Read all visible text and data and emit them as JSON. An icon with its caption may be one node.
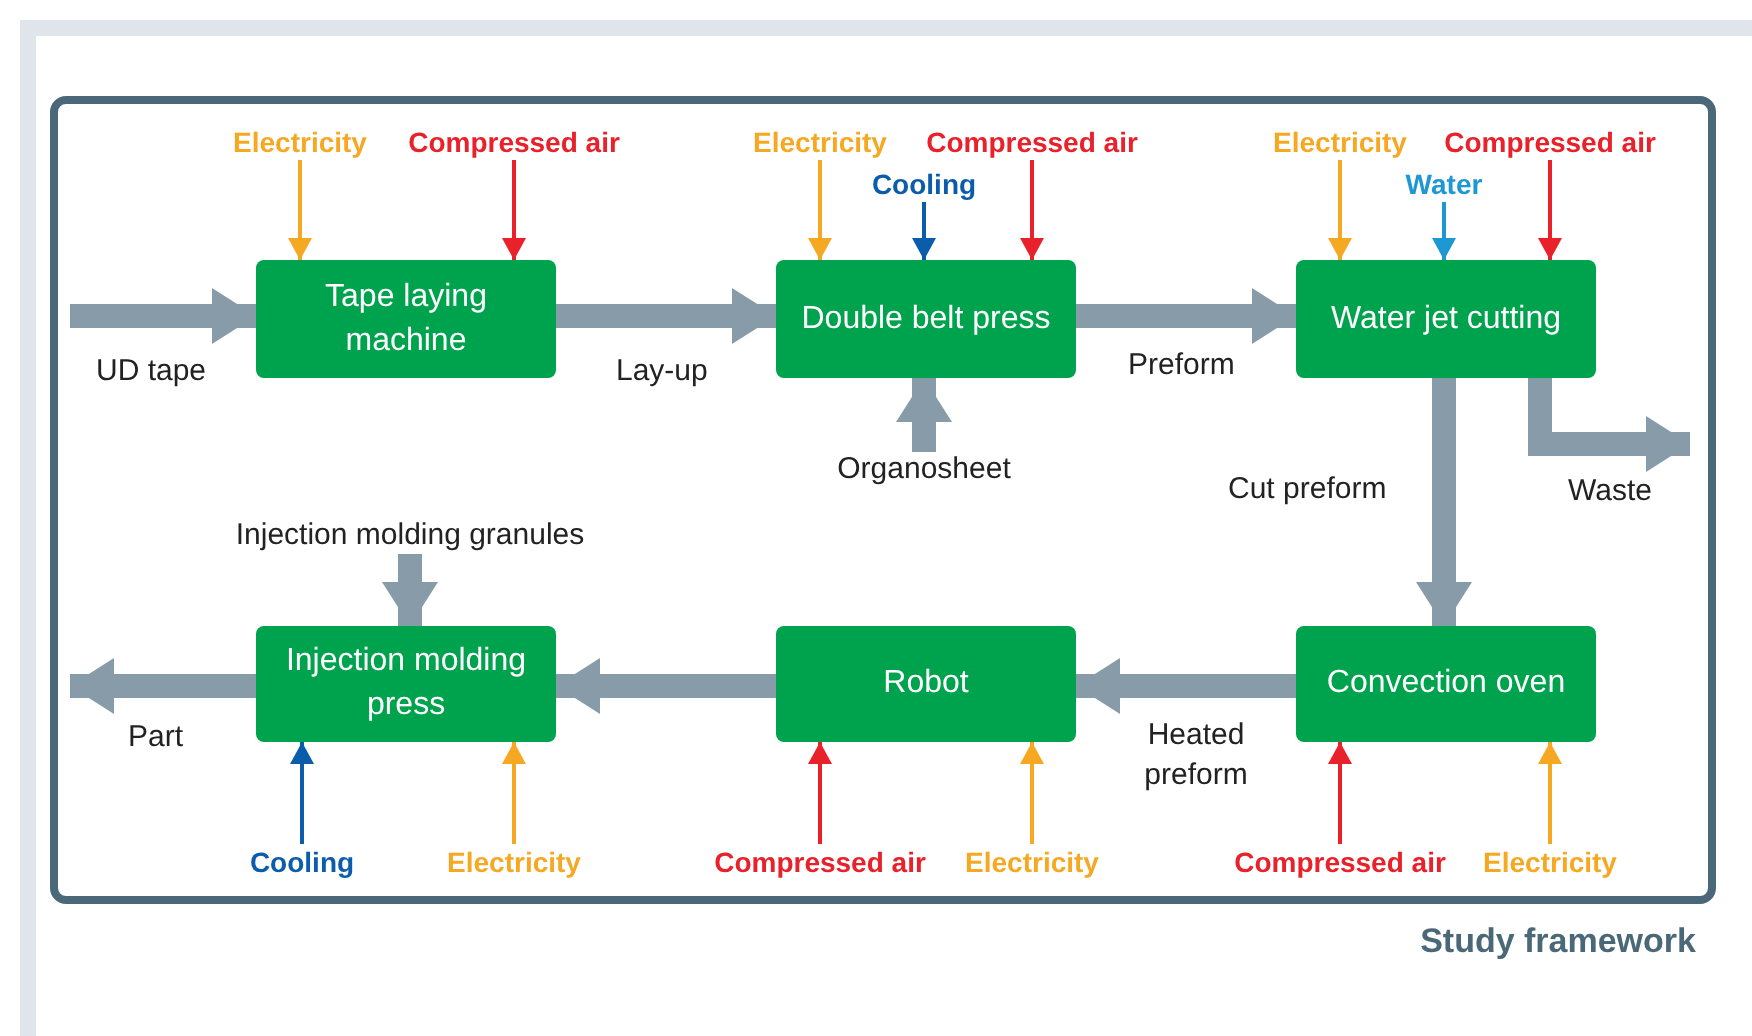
{
  "diagram": {
    "nodes": [
      {
        "text": [
          "Study framework"
        ]
      },
      {
        "text": [
          "Tape laying machine"
        ],
        "in": 0
      },
      {
        "text": [
          "Double belt press"
        ],
        "in": 0
      },
      {
        "text": [
          "Water jet cutting"
        ],
        "in": 0
      },
      {
        "text": [
          "Injection molding press"
        ],
        "in": 0
      },
      {
        "text": [
          "Robot"
        ],
        "in": 0
      },
      {
        "text": [
          "Convection oven"
        ],
        "in": 0
      },
      {
        "text": [
          "Electricity"
        ],
        "in": 0
      },
      {
        "text": [
          "Compressed air"
        ],
        "in": 0
      },
      {
        "text": [
          "Electricity"
        ],
        "in": 0
      },
      {
        "text": [
          "Compressed air"
        ],
        "in": 0
      },
      {
        "text": [
          "Electricity"
        ],
        "in": 0
      },
      {
        "text": [
          "Compressed air"
        ],
        "in": 0
      },
      {
        "text": [
          "Cooling"
        ],
        "in": 0
      },
      {
        "text": [
          "Water"
        ],
        "in": 0
      },
      {
        "text": [
          "Organosheet"
        ],
        "in": 0
      },
      {
        "text": [
          "Injection molding granules"
        ],
        "in": 0
      },
      {
        "text": [
          "Cooling"
        ],
        "in": 0
      },
      {
        "text": [
          "Electricity"
        ],
        "in": 0
      },
      {
        "text": [
          "Compressed air"
        ],
        "in": 0
      },
      {
        "text": [
          "Electricity"
        ],
        "in": 0
      },
      {
        "text": [
          "Compressed air"
        ],
        "in": 0
      },
      {
        "text": [
          "Electricity"
        ],
        "in": 0
      }
    ],
    "edges": [
      {
        "from": null,
        "to": 1,
        "arrow": "to",
        "label": "UD tape",
        "style": "thick",
        "color": "#879ca8"
      },
      {
        "from": 1,
        "to": 2,
        "arrow": "to",
        "label": "Lay-up",
        "style": "thick",
        "color": "#879ca8"
      },
      {
        "from": 2,
        "to": 3,
        "arrow": "to",
        "label": "Preform",
        "style": "thick",
        "color": "#879ca8"
      },
      {
        "from": 3,
        "to": 6,
        "arrow": "to",
        "label": "Cut preform",
        "style": "thick",
        "color": "#879ca8"
      },
      {
        "from": 3,
        "to": null,
        "arrow": "to",
        "label": "Waste",
        "style": "thick",
        "color": "#879ca8"
      },
      {
        "from": 15,
        "to": 2,
        "arrow": "to",
        "style": "thick",
        "color": "#879ca8"
      },
      {
        "from": 16,
        "to": 4,
        "arrow": "to",
        "style": "thick",
        "color": "#879ca8"
      },
      {
        "from": 6,
        "to": 5,
        "arrow": "to",
        "label": "Heated preform",
        "style": "thick",
        "color": "#879ca8"
      },
      {
        "from": 5,
        "to": 4,
        "arrow": "to",
        "style": "thick",
        "color": "#879ca8"
      },
      {
        "from": 4,
        "to": null,
        "arrow": "to",
        "label": "Part",
        "style": "thick",
        "color": "#879ca8"
      },
      {
        "from": 7,
        "to": 1,
        "arrow": "to",
        "color": "#f7a823"
      },
      {
        "from": 8,
        "to": 1,
        "arrow": "to",
        "color": "#e8212a"
      },
      {
        "from": 9,
        "to": 2,
        "arrow": "to",
        "color": "#f7a823"
      },
      {
        "from": 13,
        "to": 2,
        "arrow": "to",
        "color": "#0b5cab"
      },
      {
        "from": 10,
        "to": 2,
        "arrow": "to",
        "color": "#e8212a"
      },
      {
        "from": 11,
        "to": 3,
        "arrow": "to",
        "color": "#f7a823"
      },
      {
        "from": 14,
        "to": 3,
        "arrow": "to",
        "color": "#1e98d3"
      },
      {
        "from": 12,
        "to": 3,
        "arrow": "to",
        "color": "#e8212a"
      },
      {
        "from": 17,
        "to": 4,
        "arrow": "to",
        "color": "#0b5cab"
      },
      {
        "from": 18,
        "to": 4,
        "arrow": "to",
        "color": "#f7a823"
      },
      {
        "from": 19,
        "to": 5,
        "arrow": "to",
        "color": "#e8212a"
      },
      {
        "from": 20,
        "to": 5,
        "arrow": "to",
        "color": "#f7a823"
      },
      {
        "from": 21,
        "to": 6,
        "arrow": "to",
        "color": "#e8212a"
      },
      {
        "from": 22,
        "to": 6,
        "arrow": "to",
        "color": "#f7a823"
      }
    ]
  }
}
